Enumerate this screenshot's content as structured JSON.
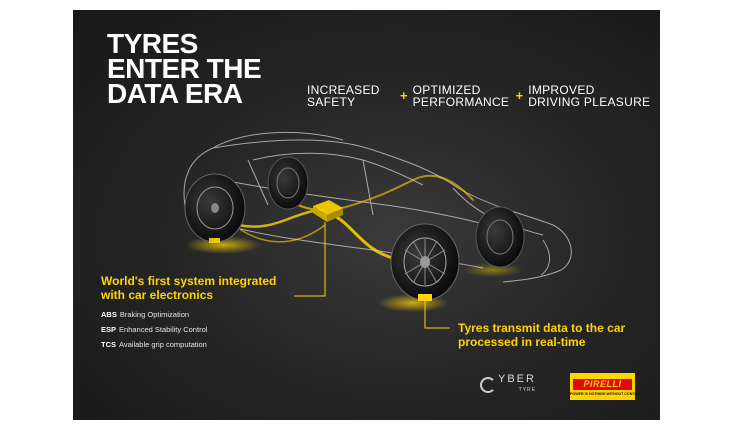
{
  "title_lines": [
    "TYRES",
    "ENTER THE",
    "DATA ERA"
  ],
  "benefits": [
    {
      "lines": [
        "INCREASED",
        "SAFETY"
      ]
    },
    {
      "lines": [
        "OPTIMIZED",
        "PERFORMANCE"
      ]
    },
    {
      "lines": [
        "IMPROVED",
        "DRIVING PLEASURE"
      ]
    }
  ],
  "plus_sign": "+",
  "system": {
    "heading_lines": [
      "World's first system integrated",
      "with car electronics"
    ],
    "items": [
      {
        "abbr": "ABS",
        "text": "Braking Optimization"
      },
      {
        "abbr": "ESP",
        "text": "Enhanced Stability Control"
      },
      {
        "abbr": "TCS",
        "text": "Available grip computation"
      }
    ]
  },
  "transmit": {
    "heading_lines": [
      "Tyres transmit data to the car",
      "processed in real-time"
    ]
  },
  "brands": {
    "cyber_tyre": {
      "main": "YBER",
      "sub": "TYRE"
    },
    "pirelli": {
      "name": "PIRELLI",
      "slogan": "POWER IS NOTHING WITHOUT CONTROL"
    }
  },
  "colors": {
    "accent": "#ffd400",
    "background": "#242424",
    "text": "#ffffff",
    "pirelli_red": "#e30613"
  }
}
